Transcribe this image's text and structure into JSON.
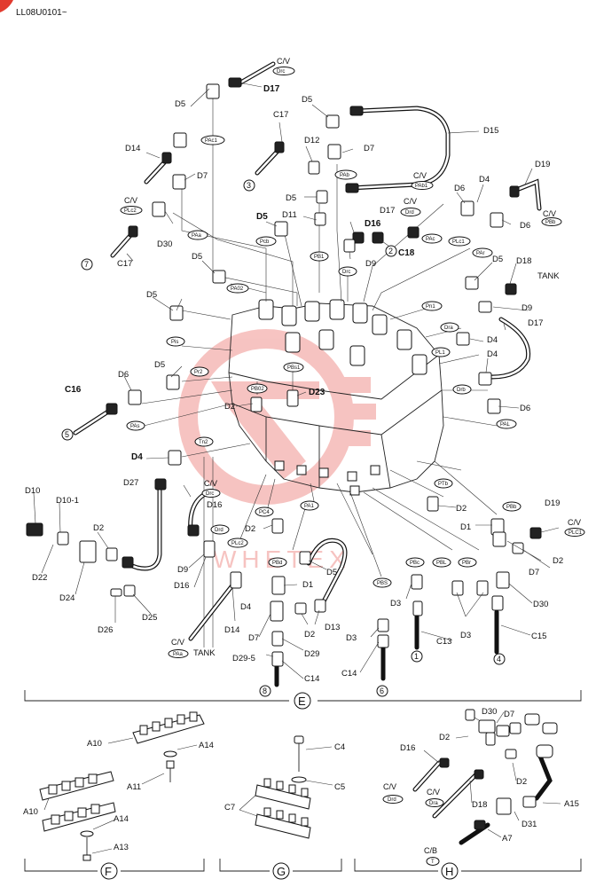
{
  "header": {
    "code": "LL08U0101~"
  },
  "watermark": {
    "text": "WHETEX",
    "color": "#e8574f"
  },
  "sections": {
    "E": "E",
    "F": "F",
    "G": "G",
    "H": "H"
  },
  "circled_numbers": {
    "n1": "1",
    "n2": "2",
    "n3": "3",
    "n4": "4",
    "n5": "5",
    "n6": "6",
    "n7": "7",
    "n8": "8"
  },
  "ports": {
    "cv_drc_top": [
      "C/V",
      "Drc"
    ],
    "pac1": "PAc1",
    "pab": "PAb",
    "cv_pab1": [
      "C/V",
      "PAb1"
    ],
    "cv_plc2_left": [
      "C/V",
      "PLc2"
    ],
    "cv_drd_mid": [
      "C/V",
      "Drd"
    ],
    "pac": "PAc",
    "plc1": "PLc1",
    "par": "PAr",
    "cv_pbb": [
      "C/V",
      "PBb"
    ],
    "pcb": "Pcb",
    "pb1": "PB1",
    "drc": "Drc",
    "paa": "PAa",
    "pa02": "PA02",
    "pn1": "Pn1",
    "dra": "Dra",
    "pl1": "PL1",
    "drb": "Drb",
    "pal": "PAL",
    "pis": "Pis",
    "pbs1": "PBs1",
    "pr2": "Pr2",
    "pb02": "PB02",
    "pas": "PAs",
    "tn2": "Tn2",
    "ptb": "PTb",
    "pbb": "PBb",
    "cv_plc1_r": [
      "C/V",
      "PLC1"
    ],
    "cv_drc_mid": [
      "C/V",
      "Drc"
    ],
    "drd": "Drd",
    "pc4": "PC4",
    "pa1": "PA1",
    "plc2": "PLc2",
    "pbd": "PBd",
    "pbc": "PBc",
    "pbl": "PBL",
    "pbr": "PBr",
    "pbs": "PBS",
    "cv_paa": [
      "C/V",
      "PAa"
    ],
    "tank_bottom": "TANK",
    "tank_right": "TANK",
    "cv_drd_h": [
      "C/V",
      "Drd"
    ],
    "cv_dra_h": [
      "C/V",
      "Dra"
    ],
    "cb_t": [
      "C/B",
      "T"
    ]
  },
  "labels": {
    "d17_top": "D17",
    "d5_a": "D5",
    "d5_b": "D5",
    "c17_top": "C17",
    "d12": "D12",
    "d7_a": "D7",
    "d15": "D15",
    "d14_top": "D14",
    "d7_b": "D7",
    "d5_c": "D5",
    "d17_mid": "D17",
    "d6_top": "D6",
    "d4_top": "D4",
    "d19_top": "D19",
    "d6_r": "D6",
    "d5_d": "D5",
    "d11": "D11",
    "d16_mid": "D16",
    "c18": "C18",
    "d9_top": "D9",
    "d30_top": "D30",
    "c17_left": "C17",
    "d5_e": "D5",
    "d18_top": "D18",
    "d9_r": "D9",
    "d5_f": "D5",
    "d5_g": "D5",
    "d17_r": "D17",
    "d4_r1": "D4",
    "d4_r2": "D4",
    "d5_h": "D5",
    "c16": "C16",
    "d6_left": "D6",
    "d23": "D23",
    "d2_mid": "D2",
    "d6_r2": "D6",
    "d4_left": "D4",
    "d10": "D10",
    "d10_1": "D10-1",
    "d27": "D27",
    "d16_l": "D16",
    "d22": "D22",
    "d2_l": "D2",
    "d24": "D24",
    "d26": "D26",
    "d25": "D25",
    "d9_l": "D9",
    "d16_l2": "D16",
    "d14_b": "D14",
    "d4_b": "D4",
    "tank": "TANK",
    "d2_c": "D2",
    "d5_i": "D5",
    "d1_c": "D1",
    "d7_c": "D7",
    "d2_c2": "D2",
    "d13": "D13",
    "d29": "D29",
    "d29_5": "D29-5",
    "c14_a": "C14",
    "d3_a": "D3",
    "c13": "C13",
    "d3_b": "D3",
    "c14_b": "C14",
    "d2_r": "D2",
    "d1_r": "D1",
    "d19_r": "D19",
    "d2_r2": "D2",
    "d7_r": "D7",
    "d30_r": "D30",
    "d3_r": "D3",
    "c15": "C15",
    "a10_top": "A10",
    "a14_top": "A14",
    "a11": "A11",
    "a10_b": "A10",
    "a14_b": "A14",
    "a13": "A13",
    "c4": "C4",
    "c5": "C5",
    "c7": "C7",
    "d30_h": "D30",
    "d7_h": "D7",
    "d2_h": "D2",
    "d16_h": "D16",
    "d2_h2": "D2",
    "d18_h": "D18",
    "a15": "A15",
    "d31": "D31",
    "a7": "A7"
  }
}
